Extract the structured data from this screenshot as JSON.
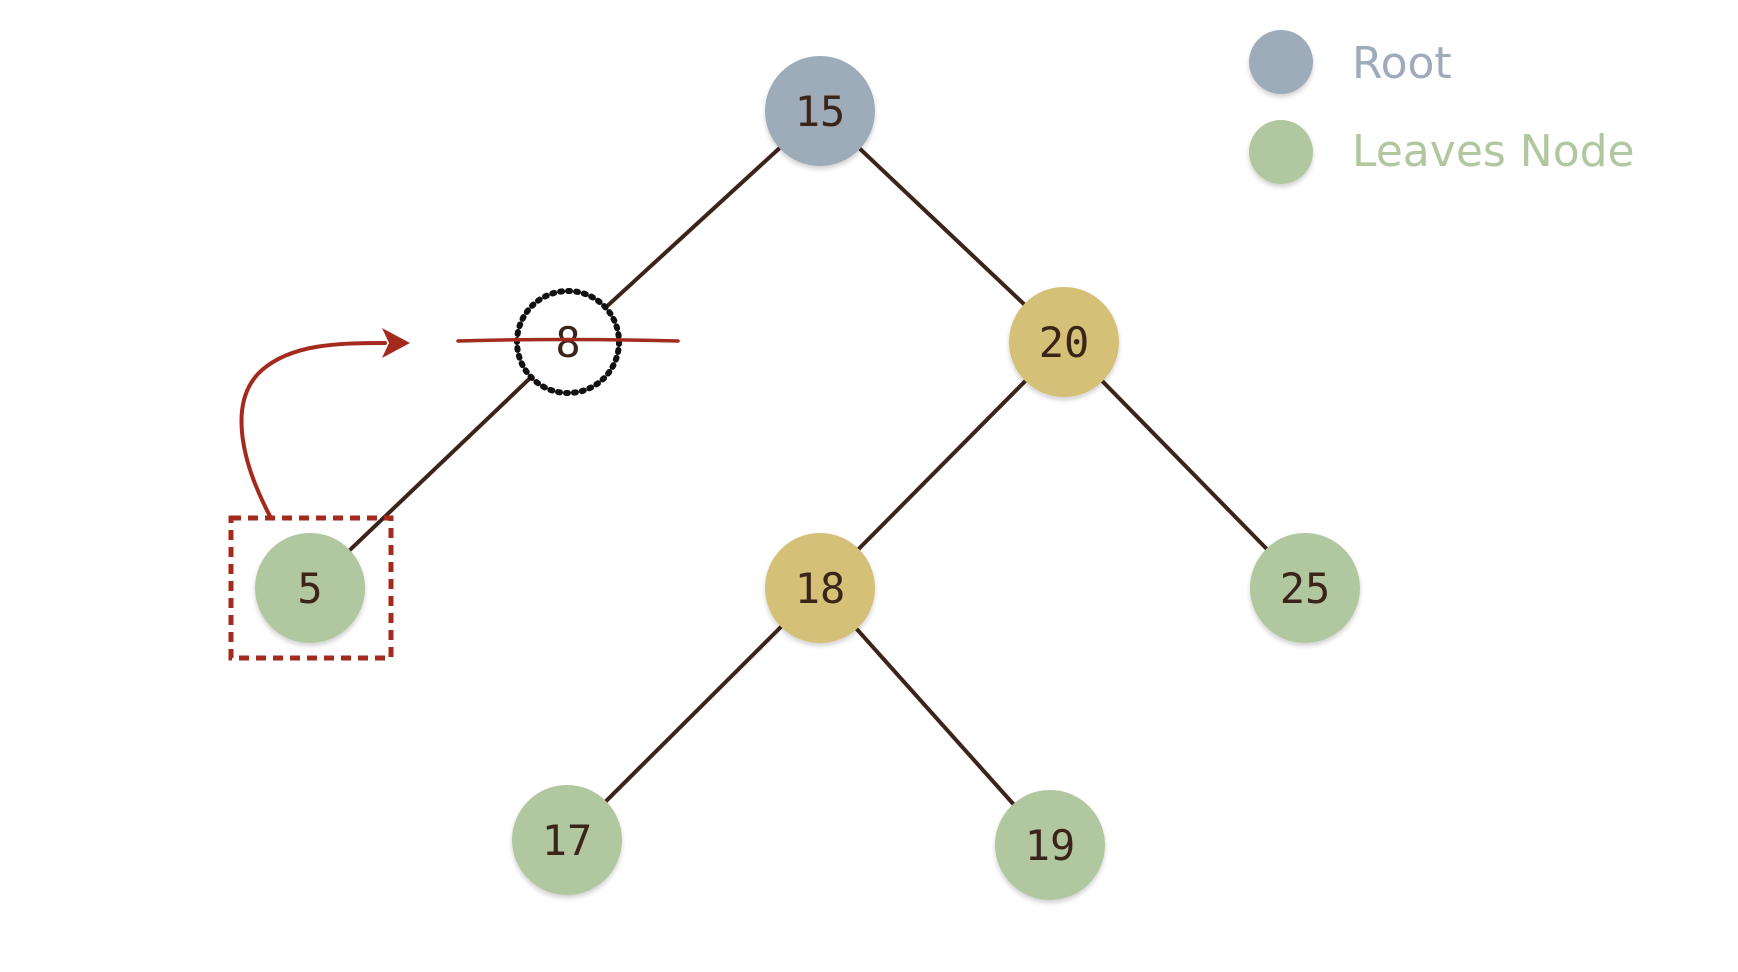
{
  "colors": {
    "root": "#9eabb9",
    "leaf": "#b1c79f",
    "internal": "#d5c077",
    "edge": "#3d241b",
    "annotation": "#a52a1e",
    "background": "#ffffff"
  },
  "legend": [
    {
      "label": "Root",
      "kind": "root"
    },
    {
      "label": "Leaves Node",
      "kind": "leaf"
    }
  ],
  "nodes": [
    {
      "id": "n15",
      "label": "15",
      "kind": "root"
    },
    {
      "id": "n8",
      "label": "8",
      "kind": "deleted"
    },
    {
      "id": "n20",
      "label": "20",
      "kind": "internal"
    },
    {
      "id": "n5",
      "label": "5",
      "kind": "leaf"
    },
    {
      "id": "n18",
      "label": "18",
      "kind": "internal"
    },
    {
      "id": "n25",
      "label": "25",
      "kind": "leaf"
    },
    {
      "id": "n17",
      "label": "17",
      "kind": "leaf"
    },
    {
      "id": "n19",
      "label": "19",
      "kind": "leaf"
    }
  ],
  "edges": [
    {
      "from": "n15",
      "to": "n8"
    },
    {
      "from": "n15",
      "to": "n20"
    },
    {
      "from": "n8",
      "to": "n5"
    },
    {
      "from": "n20",
      "to": "n18"
    },
    {
      "from": "n20",
      "to": "n25"
    },
    {
      "from": "n18",
      "to": "n17"
    },
    {
      "from": "n18",
      "to": "n19"
    }
  ]
}
